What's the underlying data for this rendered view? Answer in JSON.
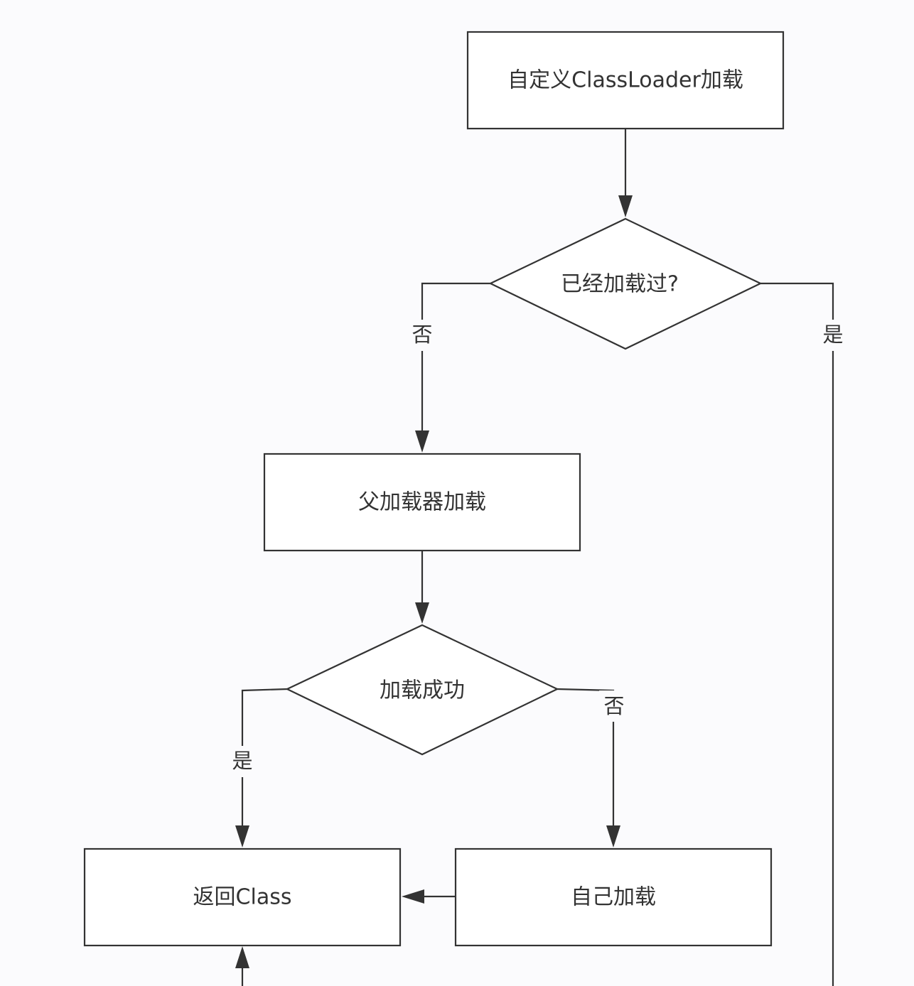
{
  "nodes": {
    "custom_loader": "自定义ClassLoader加载",
    "already_loaded": "已经加载过?",
    "parent_loader": "父加载器加载",
    "load_success": "加载成功",
    "return_class": "返回Class",
    "self_load": "自己加载"
  },
  "edge_labels": {
    "already_no": "否",
    "already_yes": "是",
    "success_yes": "是",
    "success_no": "否"
  },
  "colors": {
    "stroke": "#333333",
    "background": "#fbfbfd"
  }
}
